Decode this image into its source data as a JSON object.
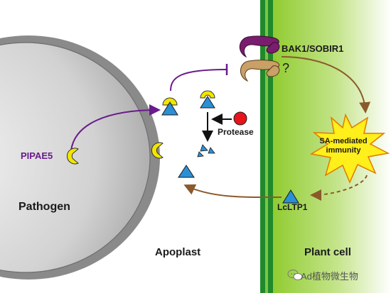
{
  "labels": {
    "pipae5": "PIPAE5",
    "pathogen": "Pathogen",
    "apoplast": "Apoplast",
    "plant_cell": "Plant cell",
    "protease": "Protease",
    "bak1_sobir1": "BAK1/SOBIR1",
    "unknown_receptor": "?",
    "lcltp1": "LcLTP1",
    "sa_line1": "SA-mediated",
    "sa_line2": "immunity"
  },
  "watermark": "Ad植物微生物",
  "colors": {
    "pipae5_arrow": "#6a1b8c",
    "ltp_arrow": "#8b5a2b",
    "pipae5_shape": "#f2e600",
    "lcltp1_shape": "#2b8fd6",
    "protease": "#e8141a",
    "cell_wall": "#1f8a2a",
    "plant_cell_fill": "#9fd13f",
    "star_fill": "#ffef1a",
    "star_stroke": "#e07b00",
    "bak1_receptor": "#7a1d6e",
    "unknown_receptor_fill": "#c8a068"
  }
}
